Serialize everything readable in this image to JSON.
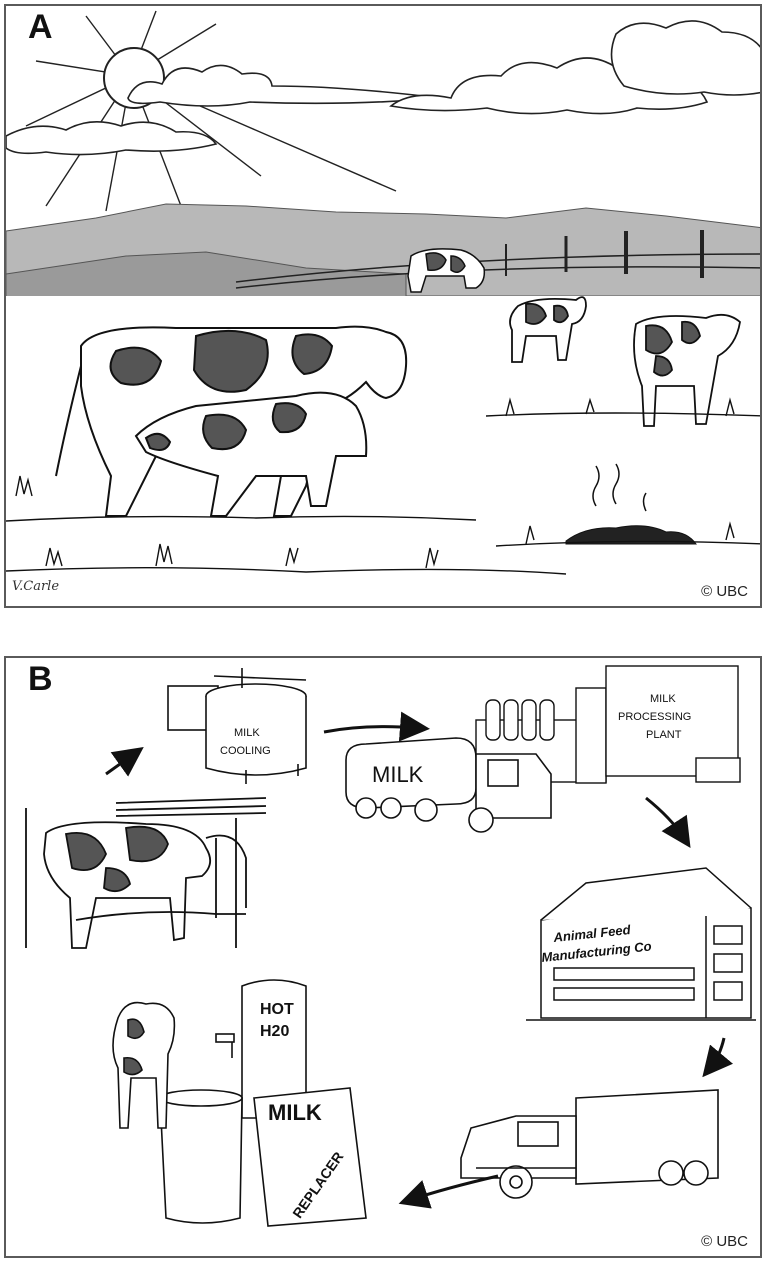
{
  "panel_a": {
    "letter": "A",
    "copyright": "© UBC",
    "signature": "V.Carle"
  },
  "panel_b": {
    "letter": "B",
    "copyright": "© UBC",
    "tank_label_line1": "MILK",
    "tank_label_line2": "COOLING",
    "tanker_label": "MILK",
    "plant_label_line1": "MILK",
    "plant_label_line2": "PROCESSING",
    "plant_label_line3": "PLANT",
    "feed_label_line1": "Animal Feed",
    "feed_label_line2": "Manufacturing Co",
    "heater_label_line1": "HOT",
    "heater_label_line2": "H20",
    "sack_label_line1": "MILK",
    "sack_label_line2": "REPLACER"
  },
  "colors": {
    "border": "#5a5a5a",
    "hills": "#b8b8b8",
    "hills_dark": "#9a9a9a",
    "cow_spots": "#555555",
    "ink": "#111111"
  }
}
